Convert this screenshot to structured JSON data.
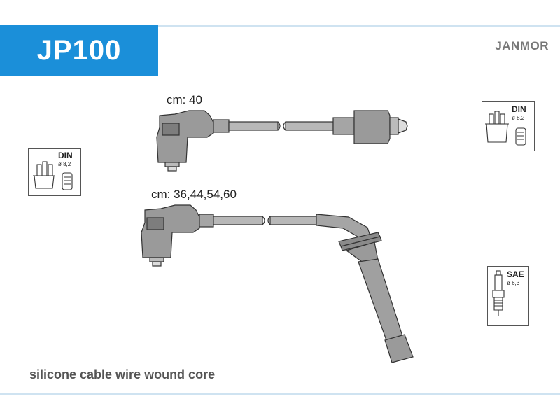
{
  "header": {
    "part_number": "JP100",
    "brand": "JANMOR"
  },
  "cables": [
    {
      "length_label": "cm: 40"
    },
    {
      "length_label": "cm: 36,44,54,60"
    }
  ],
  "connector_icons": [
    {
      "title": "DIN",
      "subtitle": "ø 8,2",
      "icon": "distributor-cap-icon"
    },
    {
      "title": "DIN",
      "subtitle": "ø 8,2",
      "icon": "distributor-cap-icon"
    },
    {
      "title": "SAE",
      "subtitle": "ø 6,3",
      "icon": "spark-plug-icon"
    }
  ],
  "footer": {
    "description": "silicone cable wire wound core"
  },
  "colors": {
    "accent": "#1b8fd9",
    "part_fill": "#9a9a9a",
    "outline": "#333333"
  }
}
